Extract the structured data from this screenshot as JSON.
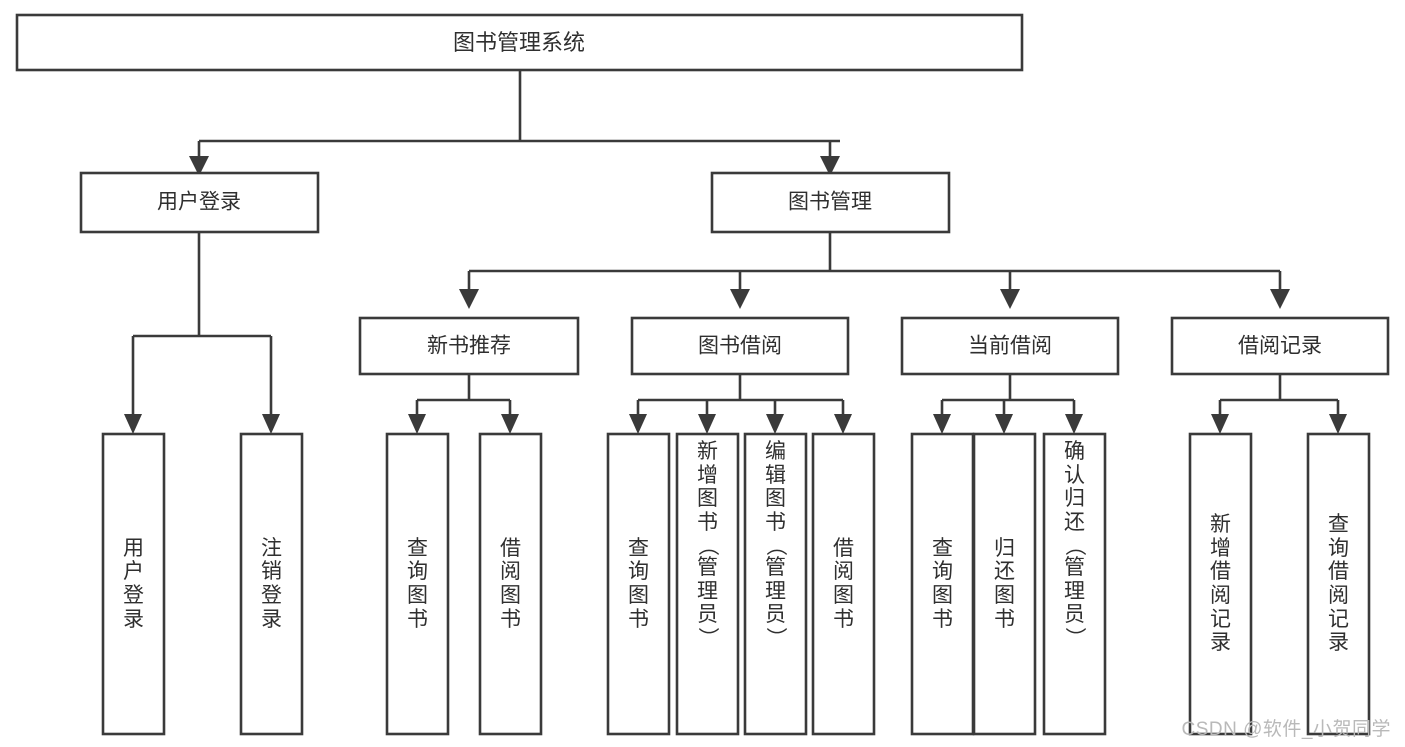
{
  "diagram": {
    "title_node": {
      "label": "图书管理系统"
    },
    "level2": [
      {
        "id": "user-login",
        "label": "用户登录"
      },
      {
        "id": "book-manage",
        "label": "图书管理"
      }
    ],
    "level3": [
      {
        "id": "new-book-recommend",
        "label": "新书推荐"
      },
      {
        "id": "book-borrow",
        "label": "图书借阅"
      },
      {
        "id": "current-borrow",
        "label": "当前借阅"
      },
      {
        "id": "borrow-record",
        "label": "借阅记录"
      }
    ],
    "leaves": [
      {
        "id": "leaf-user-login",
        "parent": "user-login",
        "chars": [
          "用",
          "户",
          "登",
          "录"
        ]
      },
      {
        "id": "leaf-user-logout",
        "parent": "user-login",
        "chars": [
          "注",
          "销",
          "登",
          "录"
        ]
      },
      {
        "id": "leaf-query-book-1",
        "parent": "new-book-recommend",
        "chars": [
          "查",
          "询",
          "图",
          "书"
        ]
      },
      {
        "id": "leaf-borrow-book-1",
        "parent": "new-book-recommend",
        "chars": [
          "借",
          "阅",
          "图",
          "书"
        ]
      },
      {
        "id": "leaf-query-book-2",
        "parent": "book-borrow",
        "chars": [
          "查",
          "询",
          "图",
          "书"
        ]
      },
      {
        "id": "leaf-add-book-admin",
        "parent": "book-borrow",
        "chars": [
          "新",
          "增",
          "图",
          "书",
          "（",
          "管",
          "理",
          "员",
          "）"
        ]
      },
      {
        "id": "leaf-edit-book-admin",
        "parent": "book-borrow",
        "chars": [
          "编",
          "辑",
          "图",
          "书",
          "（",
          "管",
          "理",
          "员",
          "）"
        ]
      },
      {
        "id": "leaf-borrow-book-2",
        "parent": "book-borrow",
        "chars": [
          "借",
          "阅",
          "图",
          "书"
        ]
      },
      {
        "id": "leaf-query-book-3",
        "parent": "current-borrow",
        "chars": [
          "查",
          "询",
          "图",
          "书"
        ]
      },
      {
        "id": "leaf-return-book",
        "parent": "current-borrow",
        "chars": [
          "归",
          "还",
          "图",
          "书"
        ]
      },
      {
        "id": "leaf-confirm-return-admin",
        "parent": "current-borrow",
        "chars": [
          "确",
          "认",
          "归",
          "还",
          "（",
          "管",
          "理",
          "员",
          "）"
        ]
      },
      {
        "id": "leaf-add-borrow-record",
        "parent": "borrow-record",
        "chars": [
          "新",
          "增",
          "借",
          "阅",
          "记",
          "录"
        ]
      },
      {
        "id": "leaf-query-borrow-record",
        "parent": "borrow-record",
        "chars": [
          "查",
          "询",
          "借",
          "阅",
          "记",
          "录"
        ]
      }
    ],
    "watermark": "CSDN @软件_小贺同学",
    "colors": {
      "stroke": "#3a3a3a",
      "fill": "#ffffff",
      "text": "#2f2f2f",
      "watermark": "#b9b9b9",
      "background": "#ffffff"
    }
  }
}
